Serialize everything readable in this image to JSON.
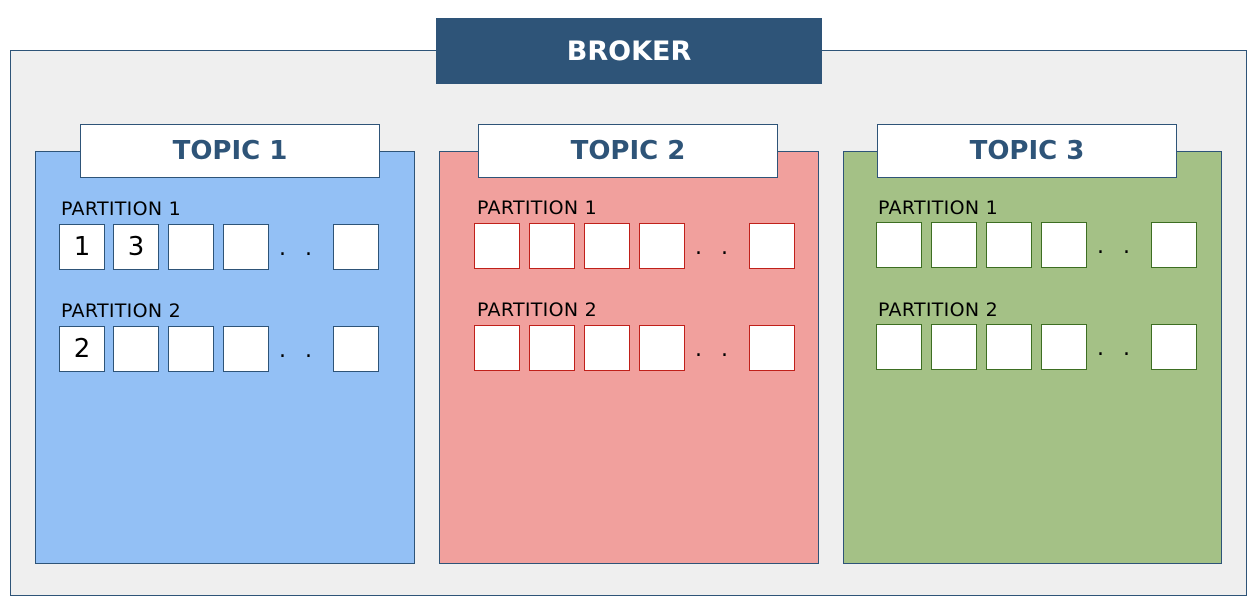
{
  "broker": {
    "title": "BROKER"
  },
  "topics": [
    {
      "title": "TOPIC 1",
      "partitions": [
        {
          "label": "PARTITION 1",
          "cells": [
            "1",
            "3",
            "",
            ""
          ],
          "ellipsis": ". . .",
          "last_cell": ""
        },
        {
          "label": "PARTITION 2",
          "cells": [
            "2",
            "",
            "",
            ""
          ],
          "ellipsis": ". . .",
          "last_cell": ""
        }
      ]
    },
    {
      "title": "TOPIC 2",
      "partitions": [
        {
          "label": "PARTITION 1",
          "cells": [
            "",
            "",
            "",
            ""
          ],
          "ellipsis": ". . .",
          "last_cell": ""
        },
        {
          "label": "PARTITION 2",
          "cells": [
            "",
            "",
            "",
            ""
          ],
          "ellipsis": ". . .",
          "last_cell": ""
        }
      ]
    },
    {
      "title": "TOPIC 3",
      "partitions": [
        {
          "label": "PARTITION 1",
          "cells": [
            "",
            "",
            "",
            ""
          ],
          "ellipsis": ". . .",
          "last_cell": ""
        },
        {
          "label": "PARTITION 2",
          "cells": [
            "",
            "",
            "",
            ""
          ],
          "ellipsis": ". . .",
          "last_cell": ""
        }
      ]
    }
  ],
  "colors": {
    "broker_header": "#2e5478",
    "broker_background": "#efefef",
    "topic_1_fill": "#93c0f5",
    "topic_2_fill": "#f1a09d",
    "topic_3_fill": "#a4c186",
    "topic_2_cell_border": "#c0201a",
    "topic_3_cell_border": "#3d6e22"
  }
}
